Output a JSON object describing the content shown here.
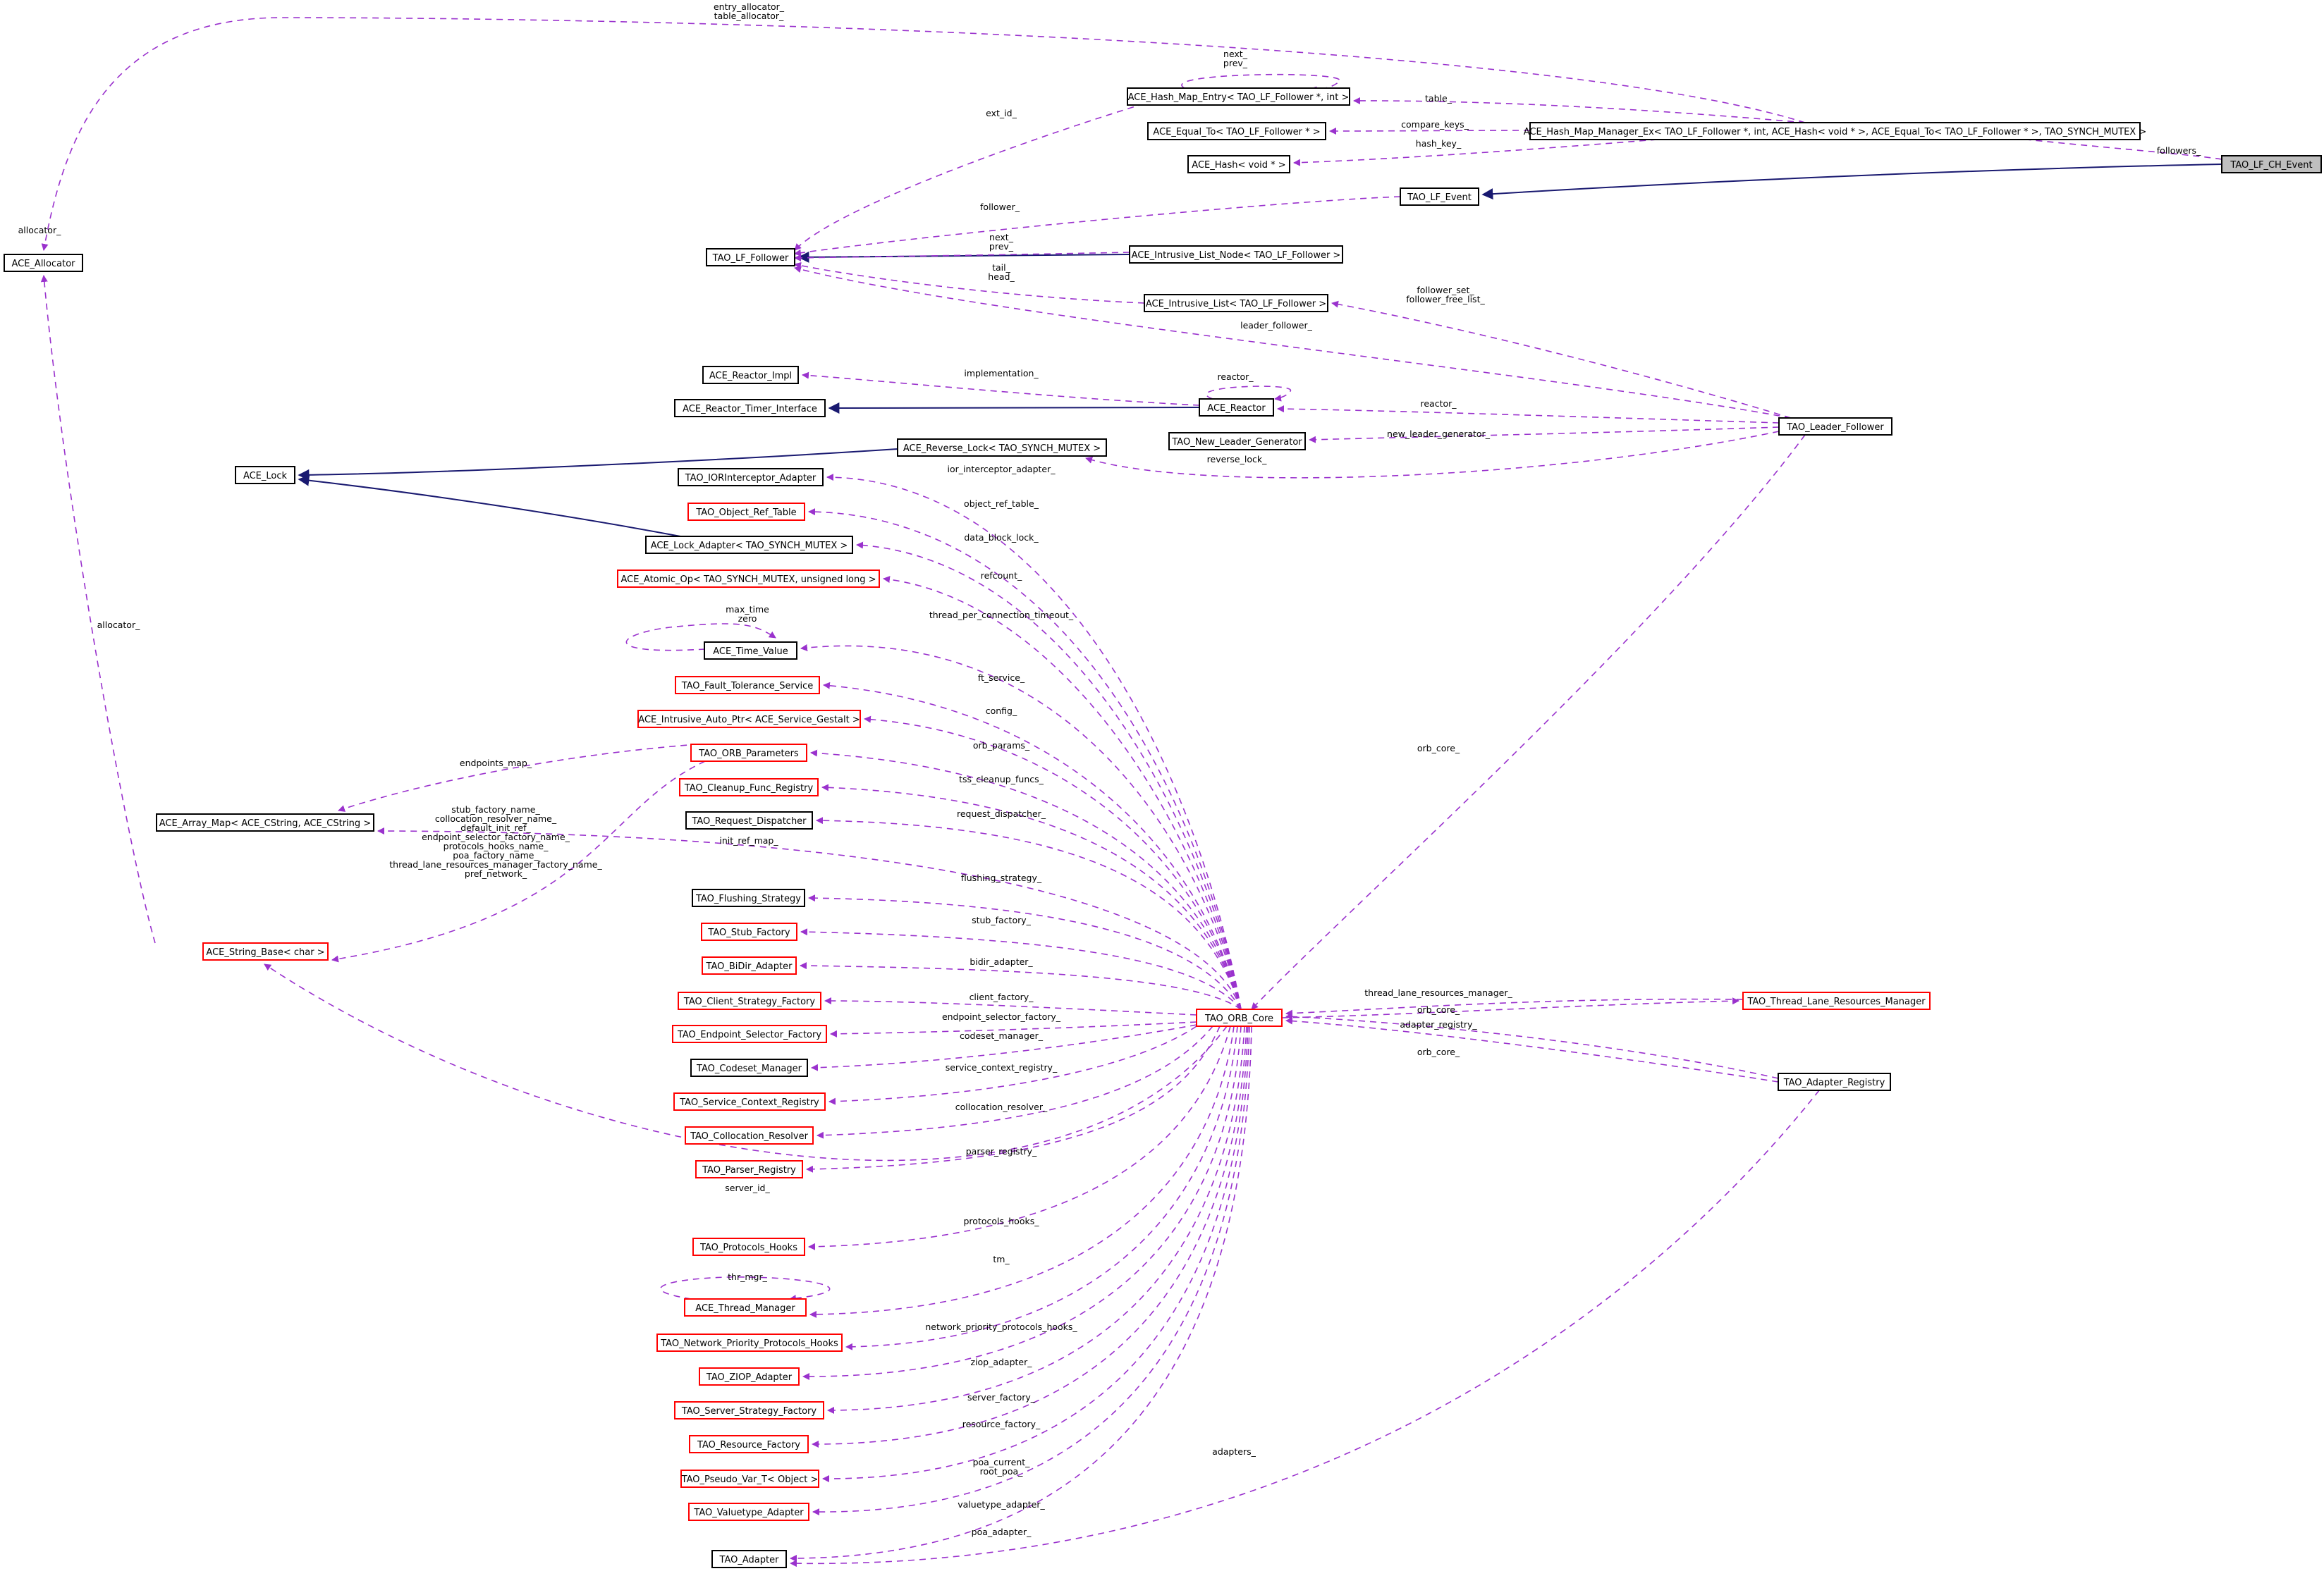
{
  "nodes": {
    "lf_ch_event": "TAO_LF_CH_Event",
    "hash_map_manager_ex": "ACE_Hash_Map_Manager_Ex< TAO_LF_Follower *, int, ACE_Hash< void * >, ACE_Equal_To< TAO_LF_Follower * >, TAO_SYNCH_MUTEX >",
    "hash_map_entry": "ACE_Hash_Map_Entry< TAO_LF_Follower *, int >",
    "equal_to": "ACE_Equal_To< TAO_LF_Follower * >",
    "hash_void": "ACE_Hash< void * >",
    "lf_event": "TAO_LF_Event",
    "allocator": "ACE_Allocator",
    "lf_follower": "TAO_LF_Follower",
    "intrusive_list_node": "ACE_Intrusive_List_Node< TAO_LF_Follower >",
    "intrusive_list": "ACE_Intrusive_List< TAO_LF_Follower >",
    "reactor_impl": "ACE_Reactor_Impl",
    "reactor_timer_interface": "ACE_Reactor_Timer_Interface",
    "reactor": "ACE_Reactor",
    "leader_follower": "TAO_Leader_Follower",
    "new_leader_generator": "TAO_New_Leader_Generator",
    "reverse_lock": "ACE_Reverse_Lock< TAO_SYNCH_MUTEX >",
    "lock": "ACE_Lock",
    "ior_interceptor_adapter": "TAO_IORInterceptor_Adapter",
    "object_ref_table": "TAO_Object_Ref_Table",
    "lock_adapter": "ACE_Lock_Adapter< TAO_SYNCH_MUTEX >",
    "atomic_op": "ACE_Atomic_Op< TAO_SYNCH_MUTEX, unsigned long >",
    "time_value": "ACE_Time_Value",
    "fault_tolerance_service": "TAO_Fault_Tolerance_Service",
    "intrusive_auto_ptr": "ACE_Intrusive_Auto_Ptr< ACE_Service_Gestalt >",
    "orb_parameters": "TAO_ORB_Parameters",
    "cleanup_func_registry": "TAO_Cleanup_Func_Registry",
    "array_map": "ACE_Array_Map< ACE_CString, ACE_CString >",
    "request_dispatcher": "TAO_Request_Dispatcher",
    "flushing_strategy": "TAO_Flushing_Strategy",
    "string_base": "ACE_String_Base< char >",
    "stub_factory": "TAO_Stub_Factory",
    "bidir_adapter": "TAO_BiDir_Adapter",
    "client_strategy_factory": "TAO_Client_Strategy_Factory",
    "orb_core": "TAO_ORB_Core",
    "thread_lane_resources_manager": "TAO_Thread_Lane_Resources_Manager",
    "endpoint_selector_factory": "TAO_Endpoint_Selector_Factory",
    "codeset_manager": "TAO_Codeset_Manager",
    "adapter_registry": "TAO_Adapter_Registry",
    "service_context_registry": "TAO_Service_Context_Registry",
    "collocation_resolver": "TAO_Collocation_Resolver",
    "parser_registry": "TAO_Parser_Registry",
    "protocols_hooks": "TAO_Protocols_Hooks",
    "thread_manager": "ACE_Thread_Manager",
    "network_priority_protocols_hooks": "TAO_Network_Priority_Protocols_Hooks",
    "ziop_adapter": "TAO_ZIOP_Adapter",
    "server_strategy_factory": "TAO_Server_Strategy_Factory",
    "resource_factory": "TAO_Resource_Factory",
    "pseudo_var": "TAO_Pseudo_Var_T< Object >",
    "valuetype_adapter": "TAO_Valuetype_Adapter",
    "adapter": "TAO_Adapter"
  },
  "edge_labels": {
    "entry_table_allocator": [
      "entry_allocator_",
      "table_allocator_"
    ],
    "next_prev_entry": [
      "next_",
      "prev_"
    ],
    "table": "table_",
    "compare_keys": "compare_keys_",
    "hash_key": "hash_key_",
    "followers": "followers_",
    "ext_id": "ext_id_",
    "allocator_self": "allocator_",
    "follower": "follower_",
    "next_prev_node": [
      "next_",
      "prev_"
    ],
    "tail_head": [
      "tail_",
      "head_"
    ],
    "follower_set": [
      "follower_set_",
      "follower_free_list_"
    ],
    "leader_follower": "leader_follower_",
    "implementation": "implementation_",
    "reactor_self": "reactor_",
    "reactor": "reactor_",
    "new_leader_generator": "new_leader_generator_",
    "reverse_lock": "reverse_lock_",
    "allocator": "allocator_",
    "ior_interceptor_adapter": "ior_interceptor_adapter_",
    "object_ref_table": "object_ref_table_",
    "data_block_lock": "data_block_lock_",
    "refcount": "refcount_",
    "max_time_zero": [
      "max_time",
      "zero"
    ],
    "thread_per_connection_timeout": "thread_per_connection_timeout_",
    "ft_service": "ft_service_",
    "config": "config_",
    "orb_params": "orb_params_",
    "endpoints_map": "endpoints_map_",
    "tss_cleanup_funcs": "tss_cleanup_funcs_",
    "request_dispatcher": "request_dispatcher_",
    "string_names": [
      "stub_factory_name_",
      "collocation_resolver_name_",
      "default_init_ref_",
      "endpoint_selector_factory_name_",
      "protocols_hooks_name_",
      "poa_factory_name_",
      "thread_lane_resources_manager_factory_name_",
      "pref_network_"
    ],
    "init_ref_map": "init_ref_map_",
    "orb_core_lf": "orb_core_",
    "flushing_strategy": "flushing_strategy_",
    "stub_factory": "stub_factory_",
    "bidir_adapter": "bidir_adapter_",
    "thread_lane_resources_manager": "thread_lane_resources_manager_",
    "client_factory": "client_factory_",
    "orb_core_tlrm": "orb_core_",
    "endpoint_selector_factory": "endpoint_selector_factory_",
    "adapter_registry": "adapter_registry_",
    "codeset_manager": "codeset_manager_",
    "orb_core_ar": "orb_core_",
    "service_context_registry": "service_context_registry_",
    "collocation_resolver": "collocation_resolver_",
    "parser_registry": "parser_registry_",
    "server_id": "server_id_",
    "protocols_hooks": "protocols_hooks_",
    "tm": "tm_",
    "thr_mgr": "thr_mgr_",
    "network_priority_protocols_hooks": "network_priority_protocols_hooks_",
    "ziop_adapter": "ziop_adapter_",
    "server_factory": "server_factory_",
    "resource_factory": "resource_factory_",
    "poa_current_root_poa": [
      "poa_current_",
      "root_poa_"
    ],
    "valuetype_adapter": "valuetype_adapter_",
    "adapters": "adapters_",
    "poa_adapter": "poa_adapter_"
  },
  "colors": {
    "usage_edge": "#9a32cd",
    "inheritance_edge": "#191970",
    "incomplete_border": "#ff0000",
    "normal_border": "#000000",
    "focus_fill": "#bfbfbf"
  }
}
